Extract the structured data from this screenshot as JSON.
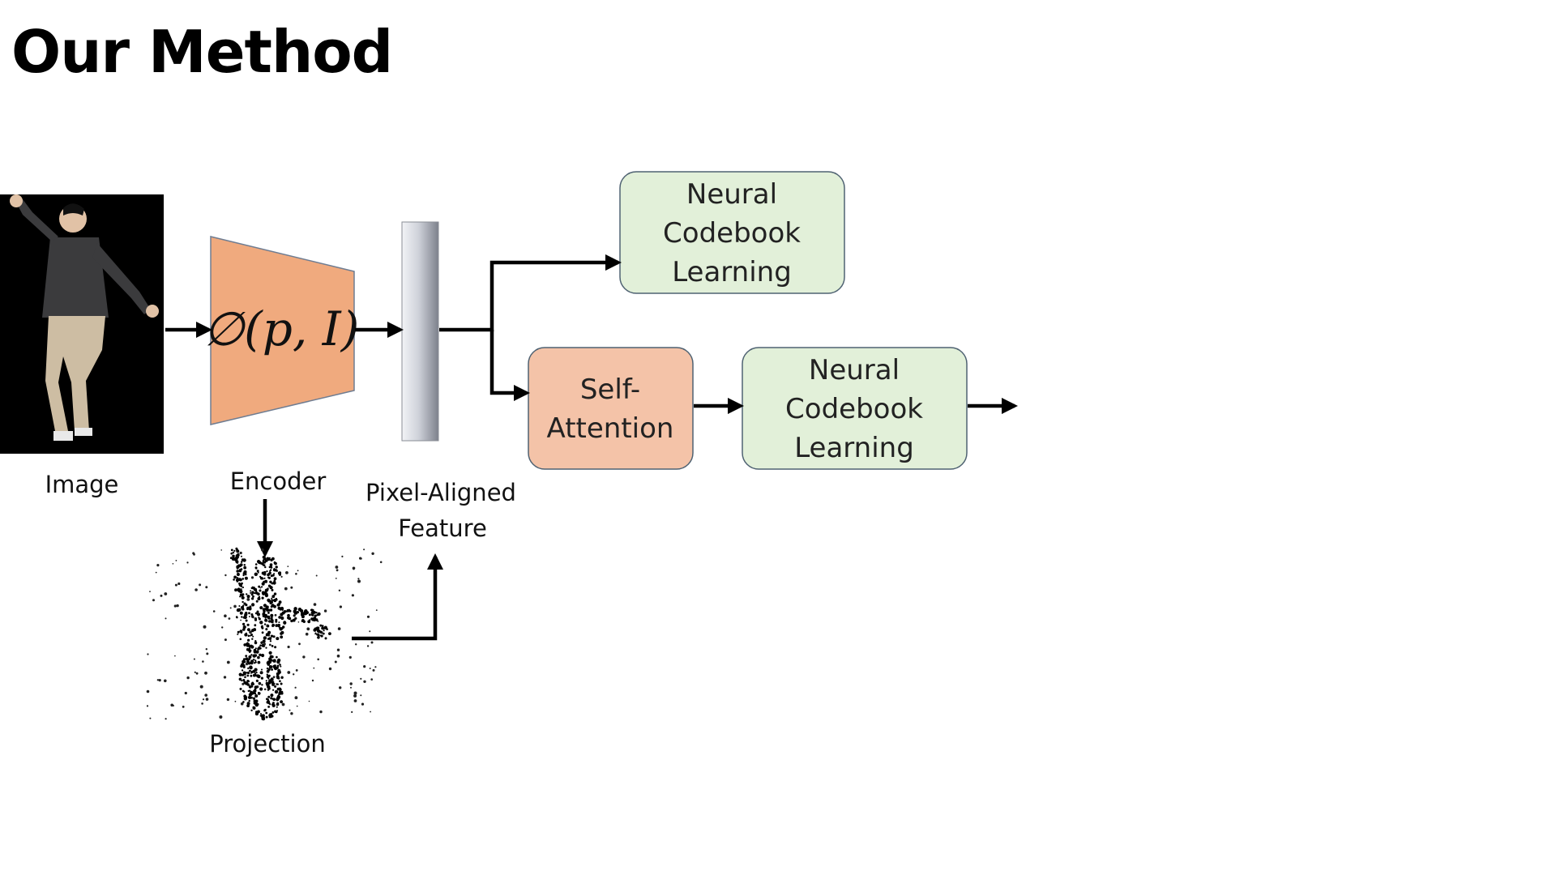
{
  "slide": {
    "title": "Our Method"
  },
  "labels": {
    "image": "Image",
    "encoder": "Encoder",
    "feature_line1": "Pixel-Aligned",
    "feature_line2": "Feature",
    "projection": "Projection"
  },
  "encoder": {
    "formula": "∅(p, I)"
  },
  "boxes": {
    "codebook_top": {
      "lines": [
        "Neural",
        "Codebook",
        "Learning"
      ]
    },
    "self_attention": {
      "lines": [
        "Self-",
        "Attention"
      ]
    },
    "codebook_bottom": {
      "lines": [
        "Neural",
        "Codebook",
        "Learning"
      ]
    }
  },
  "colors": {
    "encoder_fill": "#f0aa7e",
    "encoder_stroke": "#6f7d92",
    "codebook_fill": "#e2f0d9",
    "attention_fill": "#f4c3a8",
    "box_stroke": "#4f6272",
    "arrow": "#000000"
  },
  "icons": {
    "input_image": "person-photo",
    "projection": "point-cloud-person"
  }
}
